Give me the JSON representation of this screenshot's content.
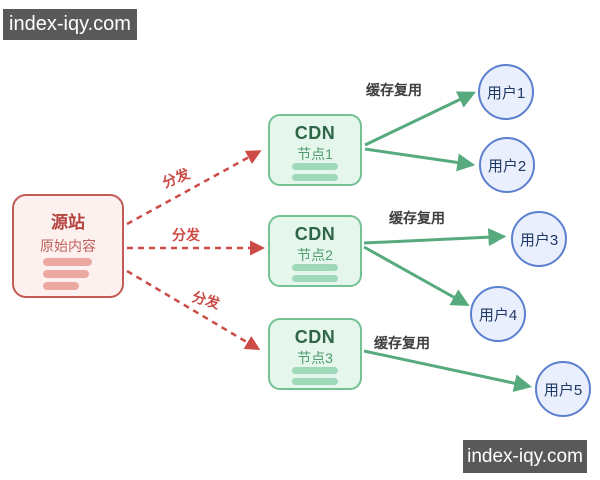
{
  "watermarks": {
    "top_left": "index-iqy.com",
    "bottom_right": "index-iqy.com"
  },
  "origin": {
    "title": "源站",
    "subtitle": "原始内容"
  },
  "cdn_nodes": [
    {
      "title": "CDN",
      "subtitle": "节点1"
    },
    {
      "title": "CDN",
      "subtitle": "节点2"
    },
    {
      "title": "CDN",
      "subtitle": "节点3"
    }
  ],
  "users": [
    "用户1",
    "用户2",
    "用户3",
    "用户4",
    "用户5"
  ],
  "edge_labels": {
    "distribute": [
      "分发",
      "分发",
      "分发"
    ],
    "cache": [
      "缓存复用",
      "缓存复用",
      "缓存复用"
    ]
  },
  "colors": {
    "origin_border": "#c45a55",
    "origin_fill": "#fdf1f0",
    "origin_title_text": "#b5433e",
    "origin_bar": "#eca8a3",
    "cdn_border": "#74c193",
    "cdn_fill": "#e5f6ec",
    "cdn_title_text": "#2e6647",
    "cdn_bar": "#9fd9ba",
    "user_border": "#5b80cf",
    "user_fill": "#e9effc",
    "user_text": "#203864",
    "distribute_arrow": "#cc4b46",
    "cache_arrow": "#57aa7d",
    "cache_label_text": "#3d3d3d",
    "watermark_bg": "#59595a",
    "watermark_text": "#ffffff"
  }
}
